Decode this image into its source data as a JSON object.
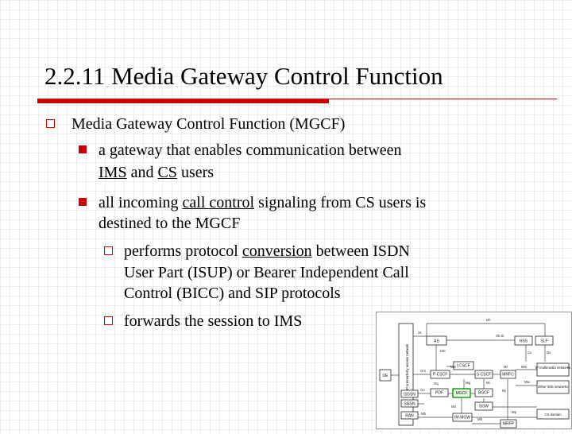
{
  "slide": {
    "title": "2.2.11 Media Gateway Control Function",
    "accent_color": "#cc0000"
  },
  "bullets": {
    "b1": "Media Gateway Control Function (MGCF)",
    "b2": {
      "line1": "a gateway that enables communication between",
      "ims": "IMS",
      "and": "and",
      "cs": "CS",
      "users": "users"
    },
    "b3": {
      "pre": "all incoming",
      "call_control": "call control",
      "post": "signaling from CS users is",
      "line2": "destined to the MGCF"
    },
    "b4": {
      "pre": "performs protocol",
      "conversion": "conversion",
      "post": "between ISDN",
      "line2": "User Part (ISUP) or Bearer Independent Call",
      "line3": "Control (BICC) and SIP protocols"
    },
    "b5": "forwards the session to IMS"
  },
  "diagram": {
    "access_network_label": "IP connectivity access network",
    "ue": "UE",
    "sgsn": "SGSN",
    "ggsn": "GGSN",
    "ran": "RAN",
    "as": "AS",
    "hss": "HSS",
    "slf": "SLF",
    "icscf": "I-CSCF",
    "pcscf": "P-CSCF",
    "scscf": "S-CSCF",
    "mrfc": "MRFC",
    "pdf": "PDF",
    "mgcf": "MGCF",
    "bgcf": "BGCF",
    "sgw": "SGW",
    "imsmgw": "IM-MGW",
    "mrfp": "MRFP",
    "ip_mm_networks": "IP multimedia networks",
    "other_ims": "Other IMS networks",
    "cs_domain": "CS domain",
    "if_dh": "Dh",
    "if_sh": "Sh,Si",
    "if_ut": "Ut",
    "if_isc": "ISC",
    "if_cx": "Cx",
    "if_dx": "Dx",
    "if_mw": "Mw",
    "if_mi": "Mi",
    "if_mg": "Mg",
    "if_gq": "Gq",
    "if_gm": "Gm",
    "if_go": "Go",
    "if_mn": "Mn",
    "if_mj": "Mj",
    "if_mr": "Mr",
    "if_mb": "Mb",
    "if_mp": "Mp",
    "if_mm": "Mm"
  }
}
